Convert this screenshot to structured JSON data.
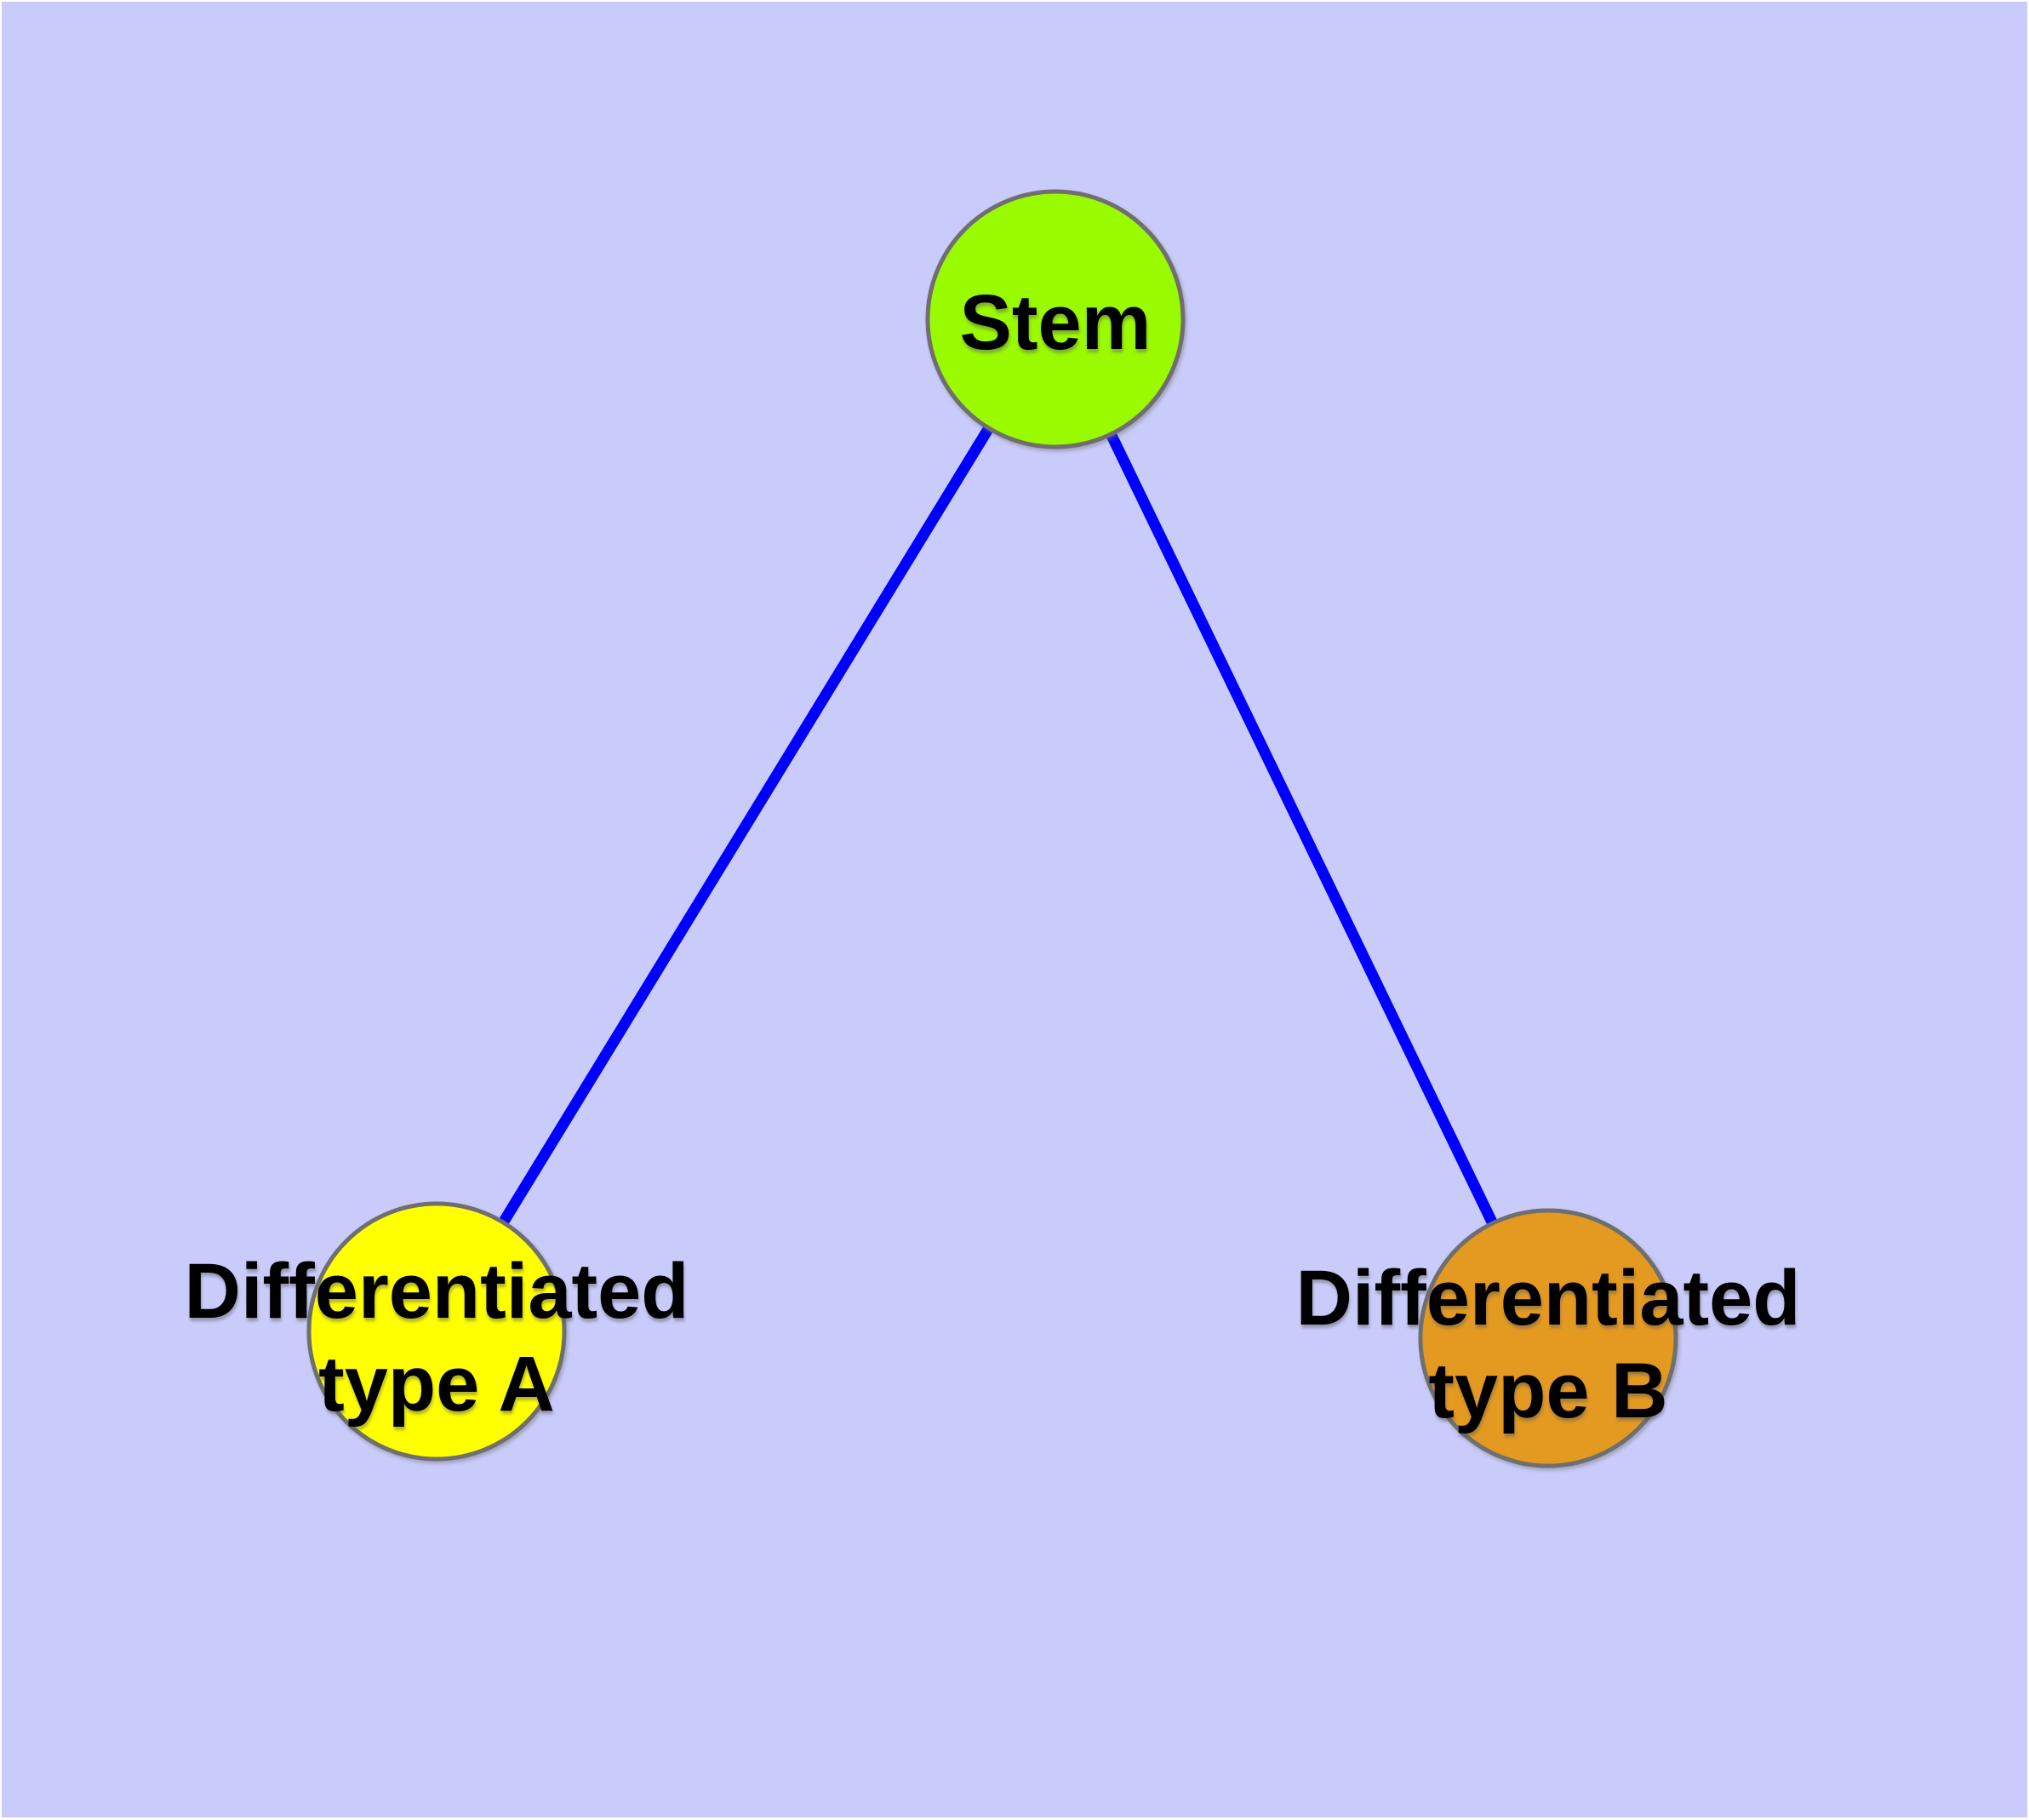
{
  "diagram": {
    "background_color": "#C9CCFB",
    "frame_color": "#FFFFFF",
    "edge_color": "#0000FF",
    "node_border_color": "#6F6F6F",
    "label_color": "#000000",
    "nodes": [
      {
        "id": "stem",
        "label": "Stem",
        "fill": "#9AFA00"
      },
      {
        "id": "differentiated-type-a",
        "label_line1": "Differentiated",
        "label_line2": "type A",
        "fill": "#FFFF00"
      },
      {
        "id": "differentiated-type-b",
        "label_line1": "Differentiated",
        "label_line2": "type B",
        "fill": "#E49A21"
      }
    ],
    "edges": [
      {
        "from": "Stem",
        "to": "Differentiated type A"
      },
      {
        "from": "Stem",
        "to": "Differentiated type B"
      }
    ]
  }
}
